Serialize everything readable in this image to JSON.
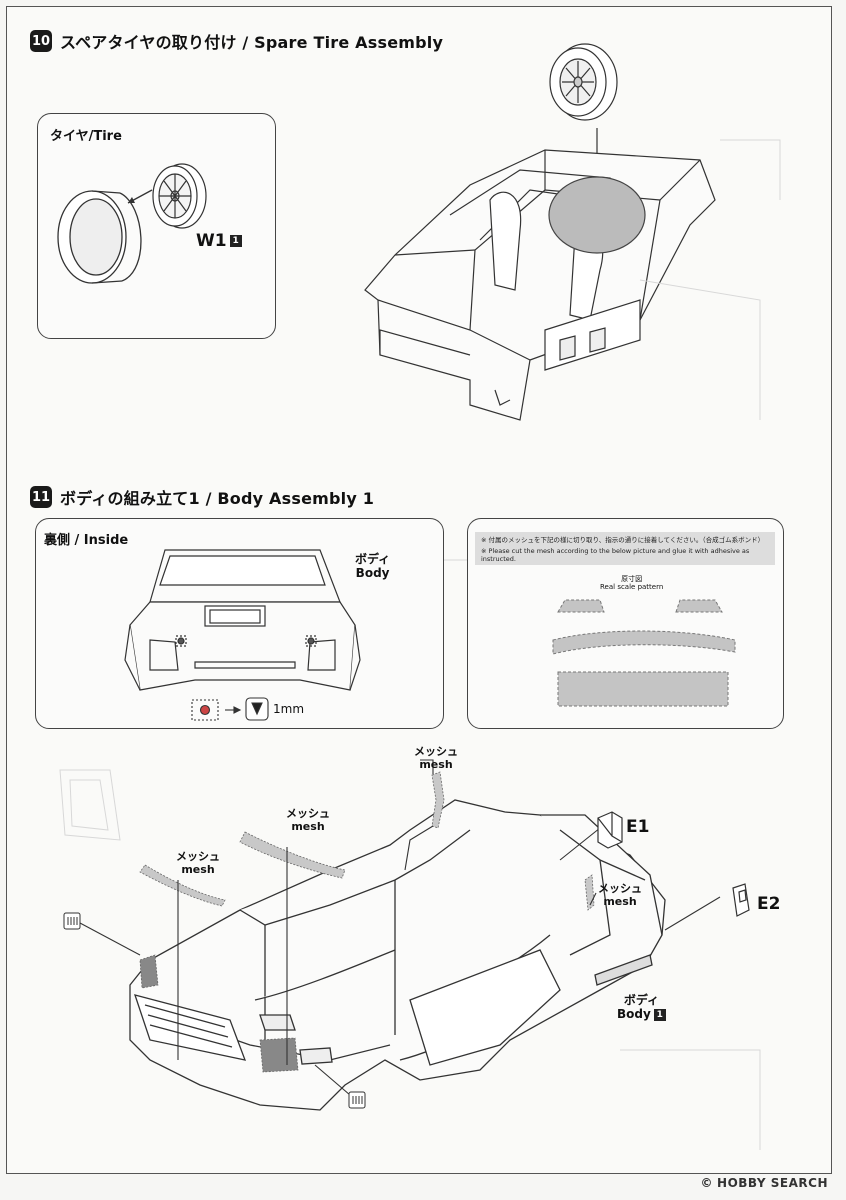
{
  "step10": {
    "number": "10",
    "title": "スペアタイヤの取り付け / Spare Tire Assembly",
    "tire_box_label": "タイヤ/Tire",
    "part_w1": "W1",
    "part_w1_num": "1"
  },
  "step11": {
    "number": "11",
    "title": "ボディの組み立て1 / Body Assembly 1",
    "inside_box_label": "裏側 / Inside",
    "body_label_jp": "ボディ",
    "body_label_en": "Body",
    "drill_size": "1mm",
    "mesh_note_jp": "※ 付属のメッシュを下記の様に切り取り、指示の通りに接着してください。（合成ゴム系ボンド）",
    "mesh_note_en": "※ Please cut the mesh according to the below picture and glue it with adhesive as instructed.",
    "real_scale_jp": "原寸図",
    "real_scale_en": "Real scale pattern",
    "mesh_labels": [
      {
        "jp": "メッシュ",
        "en": "mesh"
      },
      {
        "jp": "メッシュ",
        "en": "mesh"
      },
      {
        "jp": "メッシュ",
        "en": "mesh"
      },
      {
        "jp": "メッシュ",
        "en": "mesh"
      }
    ],
    "part_e1": "E1",
    "part_e2": "E2",
    "main_body_jp": "ボディ",
    "main_body_en": "Body",
    "main_body_num": "1"
  },
  "footer": {
    "brand": "HOBBY SEARCH",
    "copyright": "©"
  },
  "colors": {
    "line": "#333333",
    "frame": "#555555",
    "mesh_fill": "#c4c4c4",
    "step_badge": "#1a1a1a"
  }
}
